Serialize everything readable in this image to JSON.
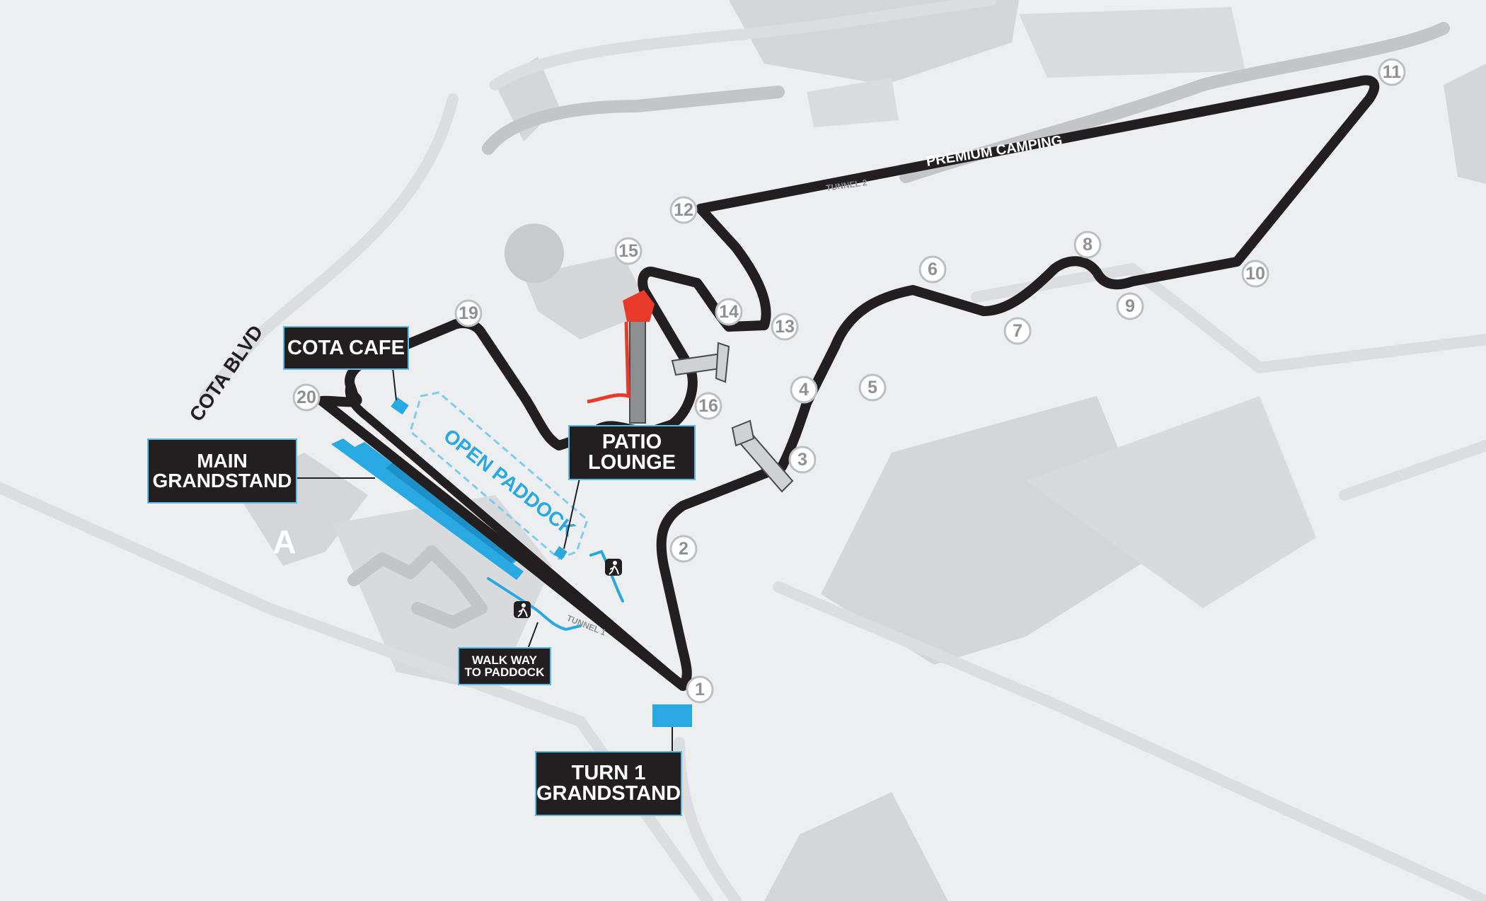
{
  "map": {
    "road_labels": {
      "cota_blvd": "COTA BLVD",
      "premium_camping": "PREMIUM CAMPING",
      "tunnel_1": "TUNNEL 1",
      "tunnel_2": "TUNNEL 2",
      "lot_a": "A"
    },
    "areas": {
      "open_paddock": "OPEN PADDOCK"
    },
    "labels": {
      "cota_cafe": "COTA CAFE",
      "main_grandstand_line1": "MAIN",
      "main_grandstand_line2": "GRANDSTAND",
      "patio_lounge_line1": "PATIO",
      "patio_lounge_line2": "LOUNGE",
      "walk_way_line1": "WALK WAY",
      "walk_way_line2": "TO PADDOCK",
      "turn1_grandstand_line1": "TURN 1",
      "turn1_grandstand_line2": "GRANDSTAND"
    },
    "turns": [
      "1",
      "2",
      "3",
      "4",
      "5",
      "6",
      "7",
      "8",
      "9",
      "10",
      "11",
      "12",
      "13",
      "14",
      "15",
      "16",
      "19",
      "20"
    ],
    "icons": [
      "pedestrian-icon",
      "pedestrian-icon"
    ],
    "colors": {
      "background": "#eceeef",
      "terrain": "#d5d6d8",
      "track": "#231f20",
      "accent_blue": "#29a9e1",
      "tower_red": "#e8392b",
      "label_bg": "#231f20",
      "label_border": "#59bde8"
    }
  }
}
